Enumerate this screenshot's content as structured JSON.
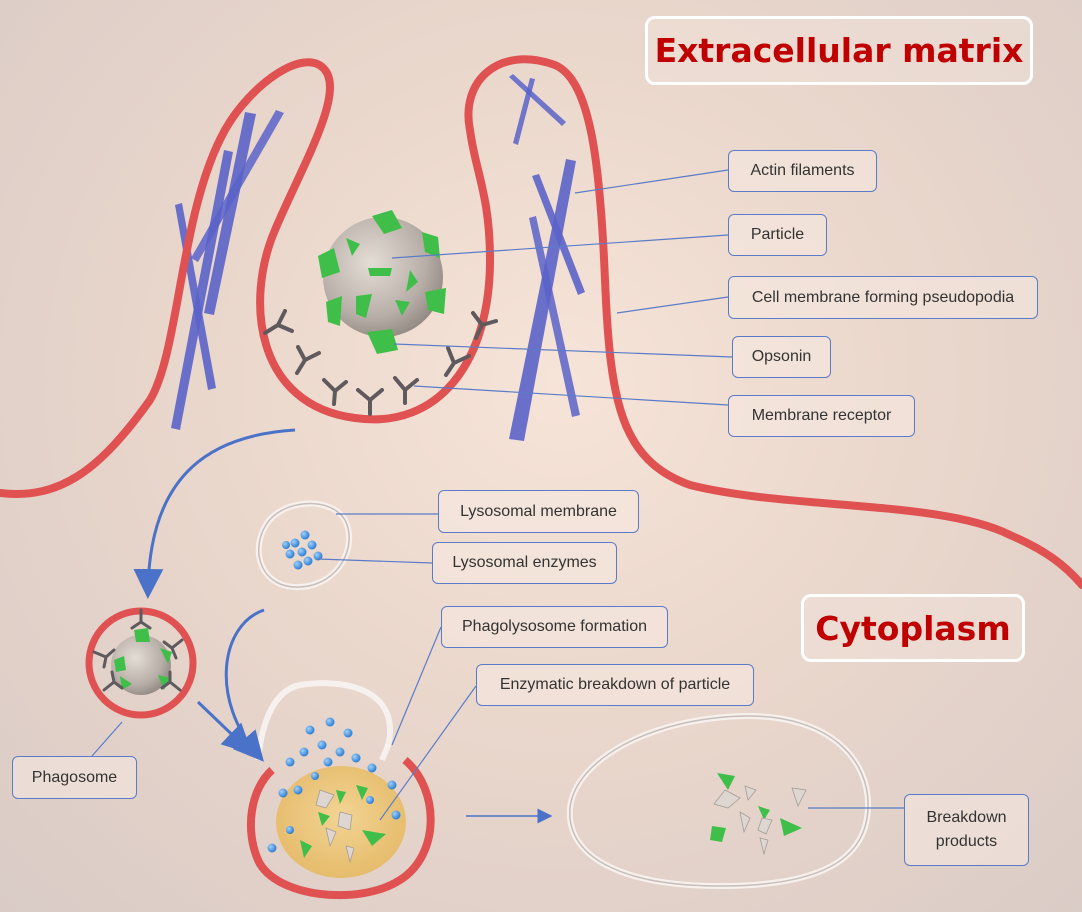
{
  "regions": {
    "extracellular": "Extracellular matrix",
    "cytoplasm": "Cytoplasm"
  },
  "labels": {
    "actin": "Actin filaments",
    "particle": "Particle",
    "pseudopodia": "Cell membrane forming pseudopodia",
    "opsonin": "Opsonin",
    "receptor": "Membrane receptor",
    "lysosomal_membrane": "Lysosomal membrane",
    "lysosomal_enzymes": "Lysosomal enzymes",
    "phagolysosome": "Phagolysosome formation",
    "enzymatic": "Enzymatic breakdown of particle",
    "phagosome": "Phagosome",
    "breakdown": "Breakdown\nproducts"
  },
  "colors": {
    "membrane": "#e05252",
    "actin": "#5b63c9",
    "opsonin": "#3fbf4a",
    "enzyme": "#4a9be0",
    "title": "#c00000",
    "leader": "#5a7cc8"
  }
}
